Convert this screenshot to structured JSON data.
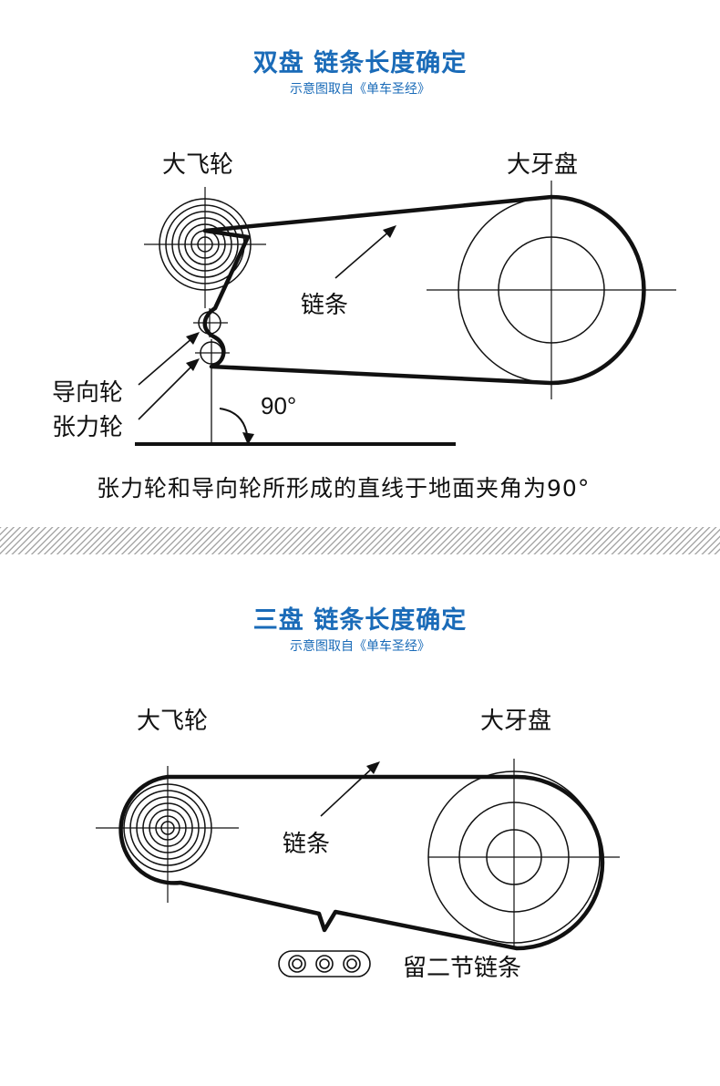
{
  "section1": {
    "title": "双盘 链条长度确定",
    "subtitle": "示意图取自《单车圣经》",
    "labels": {
      "freewheel": "大飞轮",
      "chainring": "大牙盘",
      "chain": "链条",
      "guide_pulley": "导向轮",
      "tension_pulley": "张力轮",
      "angle": "90°"
    },
    "caption": "张力轮和导向轮所形成的直线于地面夹角为90°"
  },
  "section2": {
    "title": "三盘 链条长度确定",
    "subtitle": "示意图取自《单车圣经》",
    "labels": {
      "freewheel": "大飞轮",
      "chainring": "大牙盘",
      "chain": "链条",
      "spare_links": "留二节链条"
    }
  },
  "colors": {
    "accent": "#1a6bb8",
    "line": "#111111",
    "divider": "#a8a8a8"
  }
}
